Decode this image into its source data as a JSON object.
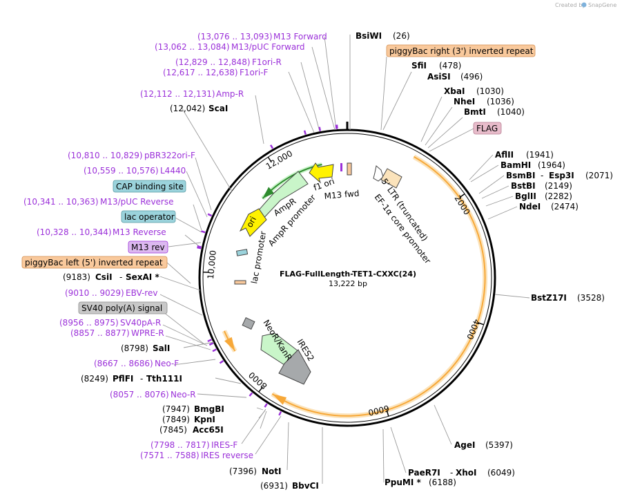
{
  "header": {
    "credit": "Created by",
    "brand": "SnapGene"
  },
  "plasmid": {
    "name": "FLAG-FullLength-TET1-CXXC(24)",
    "size_label": "13,222 bp",
    "length": 13222
  },
  "ticks": [
    {
      "pos": 2000,
      "label": "2000"
    },
    {
      "pos": 4000,
      "label": "4000"
    },
    {
      "pos": 6000,
      "label": "6000"
    },
    {
      "pos": 8000,
      "label": "8000"
    },
    {
      "pos": 10000,
      "label": "10,000"
    },
    {
      "pos": 12000,
      "label": "12,000"
    }
  ],
  "enzymes": [
    {
      "name": "BsiWI",
      "pos_label": "(26)"
    },
    {
      "name": "SfiI",
      "pos_label": "(478)"
    },
    {
      "name": "AsiSI",
      "pos_label": "(496)"
    },
    {
      "name": "XbaI",
      "pos_label": "(1030)"
    },
    {
      "name": "NheI",
      "pos_label": "(1036)"
    },
    {
      "name": "BmtI",
      "pos_label": "(1040)"
    },
    {
      "name": "AflII",
      "pos_label": "(1941)"
    },
    {
      "name": "BamHI",
      "pos_label": "(1964)"
    },
    {
      "name": "BsmBI",
      "name2": "Esp3I",
      "pos_label": "(2071)"
    },
    {
      "name": "BstBI",
      "pos_label": "(2149)"
    },
    {
      "name": "BglII",
      "pos_label": "(2282)"
    },
    {
      "name": "NdeI",
      "pos_label": "(2474)"
    },
    {
      "name": "BstZ17I",
      "pos_label": "(3528)"
    },
    {
      "name": "AgeI",
      "pos_label": "(5397)"
    },
    {
      "name": "PaeR7I",
      "name2": "XhoI",
      "pos_label": "(6049)"
    },
    {
      "name": "PpuMI *",
      "pos_label": "(6188)"
    },
    {
      "name": "BbvCI",
      "pos_label": "(6931)"
    },
    {
      "name": "NotI",
      "pos_label": "(7396)"
    },
    {
      "name": "Acc65I",
      "pos_label": "(7845)"
    },
    {
      "name": "KpnI",
      "pos_label": "(7849)"
    },
    {
      "name": "BmgBI",
      "pos_label": "(7947)"
    },
    {
      "name": "PflFI",
      "name2": "Tth111I",
      "pos_label": "(8249)"
    },
    {
      "name": "SalI",
      "pos_label": "(8798)"
    },
    {
      "name": "CsiI",
      "name2": "SexAI *",
      "pos_label": "(9183)"
    },
    {
      "name": "ScaI",
      "pos_label": "(12,042)"
    }
  ],
  "primers": [
    {
      "name": "M13 Forward",
      "range": "(13,076 .. 13,093)"
    },
    {
      "name": "M13/pUC Forward",
      "range": "(13,062 .. 13,084)"
    },
    {
      "name": "F1ori-R",
      "range": "(12,829 .. 12,848)"
    },
    {
      "name": "F1ori-F",
      "range": "(12,617 .. 12,638)"
    },
    {
      "name": "Amp-R",
      "range": "(12,112 .. 12,131)"
    },
    {
      "name": "pBR322ori-F",
      "range": "(10,810 .. 10,829)"
    },
    {
      "name": "L4440",
      "range": "(10,559 .. 10,576)"
    },
    {
      "name": "M13/pUC Reverse",
      "range": "(10,341 .. 10,363)"
    },
    {
      "name": "M13 Reverse",
      "range": "(10,328 .. 10,344)"
    },
    {
      "name": "EBV-rev",
      "range": "(9010 .. 9029)"
    },
    {
      "name": "SV40pA-R",
      "range": "(8956 .. 8975)"
    },
    {
      "name": "WPRE-R",
      "range": "(8857 .. 8877)"
    },
    {
      "name": "Neo-F",
      "range": "(8667 .. 8686)"
    },
    {
      "name": "Neo-R",
      "range": "(8057 .. 8076)"
    },
    {
      "name": "IRES-F",
      "range": "(7798 .. 7817)"
    },
    {
      "name": "IRES reverse",
      "range": "(7571 .. 7588)"
    }
  ],
  "boxed_features": [
    {
      "name": "piggyBac right (3') inverted repeat",
      "color": "#f9c99c"
    },
    {
      "name": "FLAG",
      "color": "#e8bccb"
    },
    {
      "name": "CAP binding site",
      "color": "#9bd3dc"
    },
    {
      "name": "lac operator",
      "color": "#9bd3dc"
    },
    {
      "name": "M13 rev",
      "color": "#dcb8f0"
    },
    {
      "name": "piggyBac left (5') inverted repeat",
      "color": "#f9c99c"
    },
    {
      "name": "SV40 poly(A) signal",
      "color": "#c8c8c8"
    }
  ],
  "inner_features": [
    {
      "name": "f1 ori"
    },
    {
      "name": "M13 fwd"
    },
    {
      "name": "5' LTR (truncated)"
    },
    {
      "name": "EF-1α core promoter"
    },
    {
      "name": "AmpR"
    },
    {
      "name": "AmpR promoter"
    },
    {
      "name": "ori"
    },
    {
      "name": "lac promoter"
    },
    {
      "name": "NeoR/KanR"
    },
    {
      "name": "IRES2"
    }
  ],
  "colors": {
    "backbone": "#000000",
    "cds_orange": "#f7a838",
    "cds_highlight": "#fbe3bb",
    "ampr": "#c9f5c9",
    "ori_yellow": "#fff200",
    "gray_feature": "#a6a9ab",
    "primer": "#9b30d9",
    "green_arc": "#2e8b2e"
  }
}
